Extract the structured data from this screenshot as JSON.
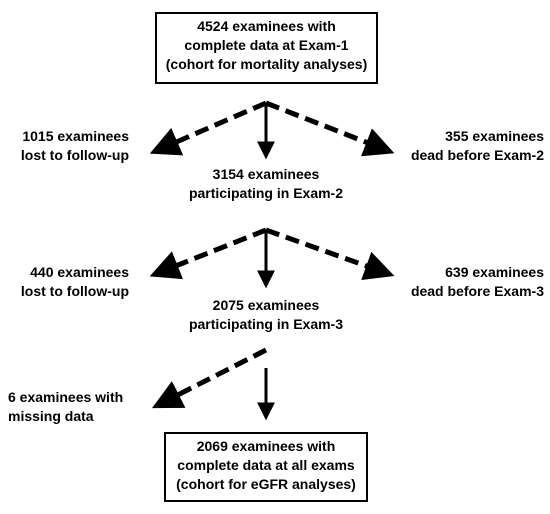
{
  "boxes": {
    "top": {
      "lines": [
        "4524 examinees with",
        "complete data at Exam-1",
        "(cohort for mortality analyses)"
      ]
    },
    "bottom": {
      "lines": [
        "2069 examinees with",
        "complete data at all exams",
        "(cohort for eGFR analyses)"
      ]
    }
  },
  "nodes": {
    "exam2": {
      "lines": [
        "3154 examinees",
        "participating in Exam-2"
      ]
    },
    "exam3": {
      "lines": [
        "2075 examinees",
        "participating in Exam-3"
      ]
    },
    "lost1": {
      "lines": [
        "1015 examinees",
        "lost to follow-up"
      ]
    },
    "dead1": {
      "lines": [
        "355 examinees",
        "dead before Exam-2"
      ]
    },
    "lost2": {
      "lines": [
        "440 examinees",
        "lost to follow-up"
      ]
    },
    "dead2": {
      "lines": [
        "639 examinees",
        "dead before Exam-3"
      ]
    },
    "missing": {
      "lines": [
        "6 examinees with",
        "missing data"
      ]
    }
  },
  "colors": {
    "ink": "#000000",
    "background": "#ffffff"
  }
}
